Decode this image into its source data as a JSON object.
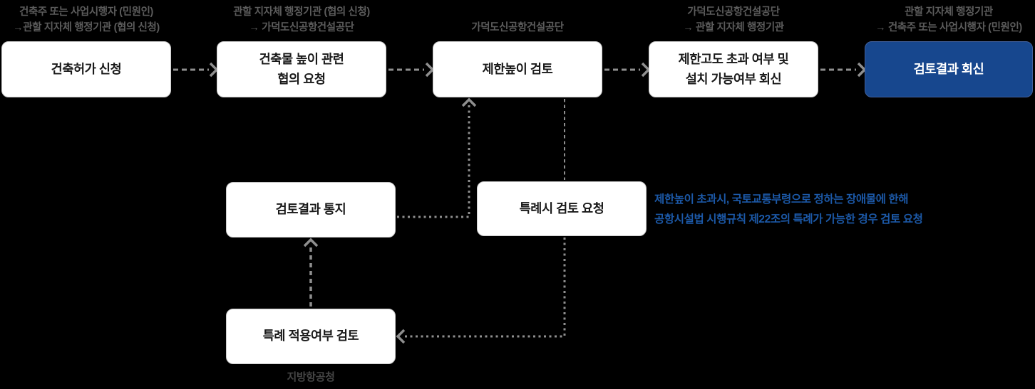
{
  "colors": {
    "background": "#000000",
    "box_bg": "#ffffff",
    "box_border": "#c9c9c9",
    "box_text": "#191919",
    "accent_box_bg": "#17478E",
    "accent_box_text": "#ffffff",
    "source_label_gray": "#5c5c5c",
    "note_blue": "#1C59A8",
    "connector_gray": "#8f8f8f"
  },
  "top_row": [
    {
      "source": "건축주 또는 사업시행자 (민원인)\n→관할 지자체 행정기관 (협의 신청)",
      "box": "건축허가 신청"
    },
    {
      "source": "관할 지자체 행정기관 (협의 신청)\n→ 가덕도신공항건설공단",
      "box": "건축물 높이 관련\n협의 요청"
    },
    {
      "source": "\n가덕도신공항건설공단",
      "box": "제한높이 검토"
    },
    {
      "source": "가덕도신공항건설공단\n→ 관할 지자체 행정기관",
      "box": "제한고도 초과 여부 및\n설치 가능여부 회신"
    },
    {
      "source": "관할 지자체 행정기관\n→ 건축주 또는 사업시행자 (민원인)",
      "box": "검토결과 회신"
    }
  ],
  "loop": {
    "notify_box": "검토결과 통지",
    "special_request_box": "특례시 검토 요청",
    "special_review_box": "특례 적용여부 검토",
    "agency_label": "지방항공청"
  },
  "note": {
    "line1": "제한높이 초과시, 국토교통부령으로 정하는 장애물에 한해",
    "line2": "공항시설법 시행규칙 제22조의 특례가 가능한 경우 검토 요청"
  }
}
